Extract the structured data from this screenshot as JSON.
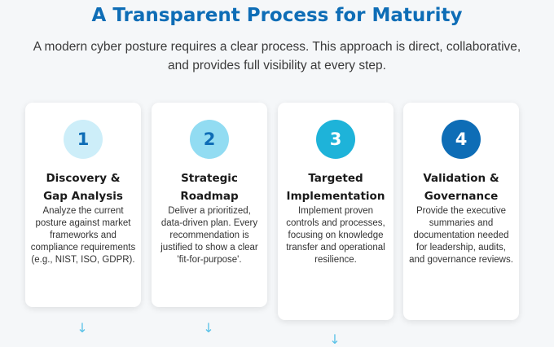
{
  "header": {
    "title": "A Transparent Process for Maturity",
    "subtitle": "A modern cyber posture requires a clear process. This approach is direct, collaborative, and provides full visibility at every step."
  },
  "colors": {
    "title": "#0e6db6",
    "step1_circle": "#cdeef9",
    "step2_circle": "#92dcf2",
    "step3_circle": "#1eb3d9",
    "step4_circle": "#0e6db6",
    "arrow": "#5bc2e7"
  },
  "steps": [
    {
      "number": "1",
      "title_line1": "Discovery &",
      "title_line2": "Gap Analysis",
      "description": "Analyze the current posture against market frameworks and compliance requirements (e.g., NIST, ISO, GDPR)."
    },
    {
      "number": "2",
      "title_line1": "Strategic",
      "title_line2": "Roadmap",
      "description": "Deliver a prioritized, data-driven plan. Every recommendation is justified to show a clear 'fit-for-purpose'."
    },
    {
      "number": "3",
      "title_line1": "Targeted",
      "title_line2": "Implementation",
      "description": "Implement proven controls and processes, focusing on knowledge transfer and operational resilience."
    },
    {
      "number": "4",
      "title_line1": "Validation &",
      "title_line2": "Governance",
      "description": "Provide the executive summaries and documentation needed for leadership, audits, and governance reviews."
    }
  ],
  "arrows": {
    "glyph": "↓",
    "icon": "arrow-down-icon"
  }
}
